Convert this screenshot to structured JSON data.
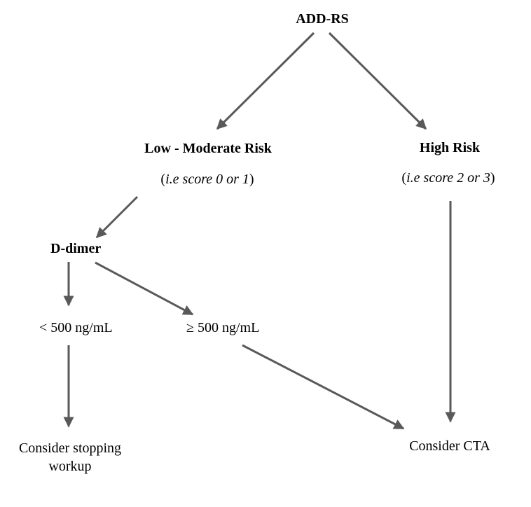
{
  "nodes": {
    "root": "ADD-RS",
    "low_moderate": {
      "title": "Low - Moderate Risk",
      "open": "(",
      "detail": "i.e score 0 or 1",
      "close": ")"
    },
    "high": {
      "title": "High Risk",
      "open": "(",
      "detail": "i.e score 2 or 3",
      "close": ")"
    },
    "ddimer": "D-dimer",
    "below": "< 500 ng/mL",
    "above": "≥ 500 ng/mL",
    "stop_line1": "Consider stopping",
    "stop_line2": "workup",
    "cta": "Consider CTA"
  },
  "colors": {
    "arrow": "#58595b",
    "text": "#000000"
  }
}
